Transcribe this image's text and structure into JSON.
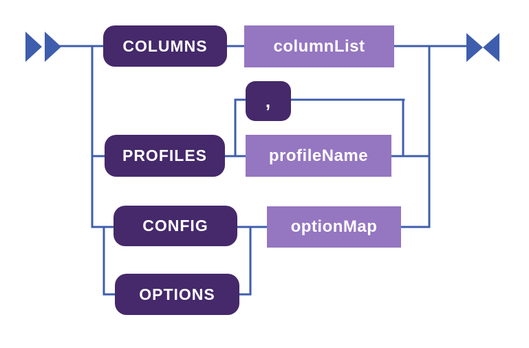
{
  "colors": {
    "keyword_bg": "#45296B",
    "identifier_bg": "#9576C1",
    "line_blue": "#3E5DAD",
    "text": "#FFFFFF",
    "background": "#FFFFFF"
  },
  "diagram": {
    "type": "railroad-syntax-diagram",
    "start_marker": "double-right-triangles",
    "end_marker": "facing-triangles-bowtie",
    "nodes": {
      "columns": {
        "label": "COLUMNS",
        "kind": "keyword"
      },
      "column_list": {
        "label": "columnList",
        "kind": "identifier"
      },
      "comma": {
        "label": ",",
        "kind": "keyword"
      },
      "profiles": {
        "label": "PROFILES",
        "kind": "keyword"
      },
      "profile_name": {
        "label": "profileName",
        "kind": "identifier"
      },
      "config": {
        "label": "CONFIG",
        "kind": "keyword"
      },
      "option_map": {
        "label": "optionMap",
        "kind": "identifier"
      },
      "options": {
        "label": "OPTIONS",
        "kind": "keyword"
      }
    },
    "alternatives": [
      {
        "keywords": [
          "COLUMNS"
        ],
        "argument": "columnList"
      },
      {
        "keywords": [
          "PROFILES"
        ],
        "argument": "profileName",
        "repeat_separator": ","
      },
      {
        "keywords": [
          "CONFIG",
          "OPTIONS"
        ],
        "argument": "optionMap"
      }
    ]
  }
}
